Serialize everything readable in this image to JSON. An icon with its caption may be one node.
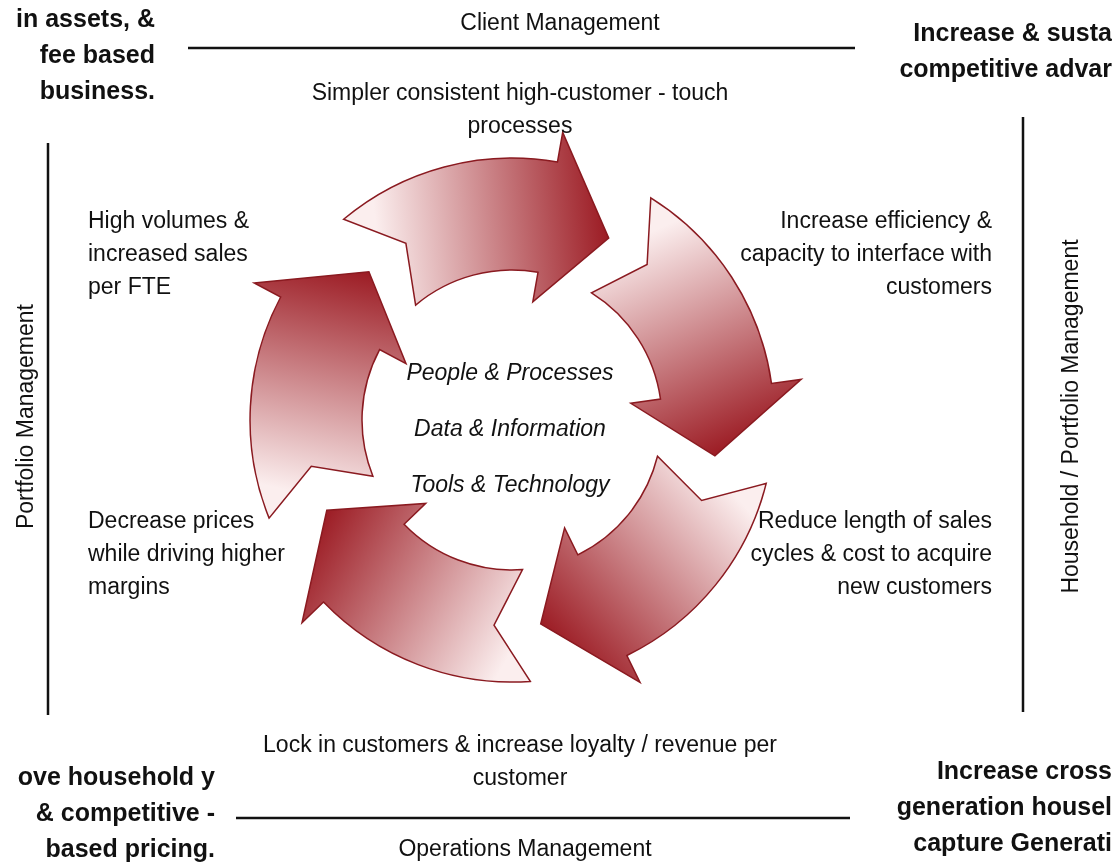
{
  "diagram": {
    "labels": [
      "in assets, & fee based business.",
      "Client Management",
      "Increase & susta competitive advar",
      "Simpler consistent high-customer - touch processes",
      "Portfolio Management",
      "High volumes & increased sales per FTE",
      "Increase efficiency & capacity to interface with customers",
      "Household / Portfolio Management",
      "People & Processes",
      "Data & Information",
      "Tools & Technology",
      "Decrease prices while driving higher margins",
      "Reduce length of sales cycles & cost to acquire new customers",
      "Lock in customers & increase loyalty / revenue per customer",
      "ove household y & competitive -based pricing.",
      "Increase cross generation housel capture Generati",
      "Operations Management"
    ]
  }
}
